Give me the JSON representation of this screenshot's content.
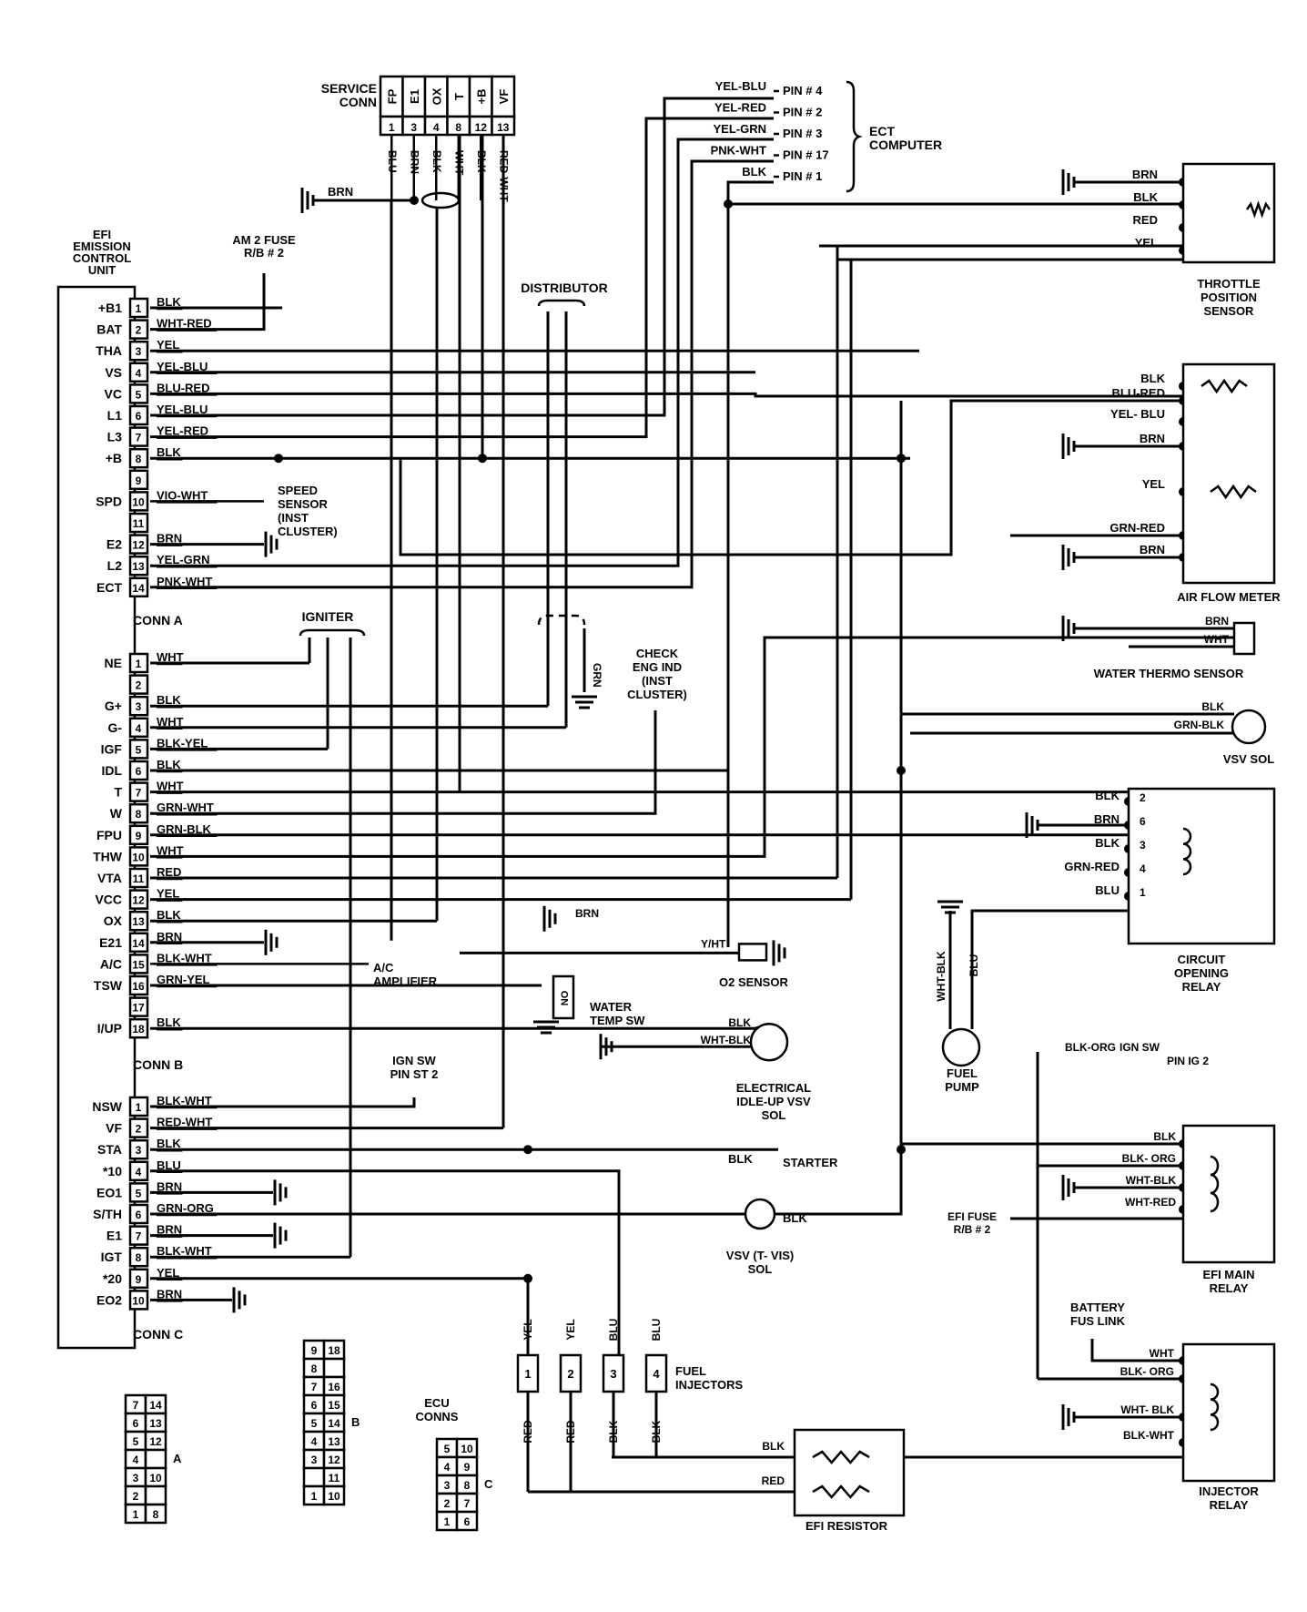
{
  "ecu": {
    "title": [
      "EFI",
      "EMISSION",
      "CONTROL",
      "UNIT"
    ],
    "conn_a_label": "CONN A",
    "conn_b_label": "CONN B",
    "conn_c_label": "CONN C",
    "conn_a": [
      {
        "name": "+B1",
        "pin": "1",
        "wire": "BLK"
      },
      {
        "name": "BAT",
        "pin": "2",
        "wire": "WHT-RED"
      },
      {
        "name": "THA",
        "pin": "3",
        "wire": "YEL"
      },
      {
        "name": "VS",
        "pin": "4",
        "wire": "YEL-BLU"
      },
      {
        "name": "VC",
        "pin": "5",
        "wire": "BLU-RED"
      },
      {
        "name": "L1",
        "pin": "6",
        "wire": "YEL-BLU"
      },
      {
        "name": "L3",
        "pin": "7",
        "wire": "YEL-RED"
      },
      {
        "name": "+B",
        "pin": "8",
        "wire": "BLK"
      },
      {
        "name": "",
        "pin": "9",
        "wire": ""
      },
      {
        "name": "SPD",
        "pin": "10",
        "wire": "VIO-WHT"
      },
      {
        "name": "",
        "pin": "11",
        "wire": ""
      },
      {
        "name": "E2",
        "pin": "12",
        "wire": "BRN"
      },
      {
        "name": "L2",
        "pin": "13",
        "wire": "YEL-GRN"
      },
      {
        "name": "ECT",
        "pin": "14",
        "wire": "PNK-WHT"
      }
    ],
    "conn_b": [
      {
        "name": "NE",
        "pin": "1",
        "wire": "WHT"
      },
      {
        "name": "",
        "pin": "2",
        "wire": ""
      },
      {
        "name": "G+",
        "pin": "3",
        "wire": "BLK"
      },
      {
        "name": "G-",
        "pin": "4",
        "wire": "WHT"
      },
      {
        "name": "IGF",
        "pin": "5",
        "wire": "BLK-YEL"
      },
      {
        "name": "IDL",
        "pin": "6",
        "wire": "BLK"
      },
      {
        "name": "T",
        "pin": "7",
        "wire": "WHT"
      },
      {
        "name": "W",
        "pin": "8",
        "wire": "GRN-WHT"
      },
      {
        "name": "FPU",
        "pin": "9",
        "wire": "GRN-BLK"
      },
      {
        "name": "THW",
        "pin": "10",
        "wire": "WHT"
      },
      {
        "name": "VTA",
        "pin": "11",
        "wire": "RED"
      },
      {
        "name": "VCC",
        "pin": "12",
        "wire": "YEL"
      },
      {
        "name": "OX",
        "pin": "13",
        "wire": "BLK"
      },
      {
        "name": "E21",
        "pin": "14",
        "wire": "BRN"
      },
      {
        "name": "A/C",
        "pin": "15",
        "wire": "BLK-WHT"
      },
      {
        "name": "TSW",
        "pin": "16",
        "wire": "GRN-YEL"
      },
      {
        "name": "",
        "pin": "17",
        "wire": ""
      },
      {
        "name": "I/UP",
        "pin": "18",
        "wire": "BLK"
      }
    ],
    "conn_c": [
      {
        "name": "NSW",
        "pin": "1",
        "wire": "BLK-WHT"
      },
      {
        "name": "VF",
        "pin": "2",
        "wire": "RED-WHT"
      },
      {
        "name": "STA",
        "pin": "3",
        "wire": "BLK"
      },
      {
        "name": "*10",
        "pin": "4",
        "wire": "BLU"
      },
      {
        "name": "EO1",
        "pin": "5",
        "wire": "BRN"
      },
      {
        "name": "S/TH",
        "pin": "6",
        "wire": "GRN-ORG"
      },
      {
        "name": "E1",
        "pin": "7",
        "wire": "BRN"
      },
      {
        "name": "IGT",
        "pin": "8",
        "wire": "BLK-WHT"
      },
      {
        "name": "*20",
        "pin": "9",
        "wire": "YEL"
      },
      {
        "name": "EO2",
        "pin": "10",
        "wire": "BRN"
      }
    ]
  },
  "service_conn": {
    "label": [
      "SERVICE",
      "CONN"
    ],
    "cols": [
      {
        "name": "FP",
        "pin": "1",
        "wire": "BLU"
      },
      {
        "name": "E1",
        "pin": "3",
        "wire": "BRN"
      },
      {
        "name": "OX",
        "pin": "4",
        "wire": "BLK"
      },
      {
        "name": "T",
        "pin": "8",
        "wire": "WHT"
      },
      {
        "name": "+B",
        "pin": "12",
        "wire": "BLK"
      },
      {
        "name": "VF",
        "pin": "13",
        "wire": "RED-WHT"
      }
    ],
    "ground_wire": "BRN"
  },
  "ect_computer": {
    "label": [
      "ECT",
      "COMPUTER"
    ],
    "pins": [
      {
        "wire": "YEL-BLU",
        "pin": "PIN # 4"
      },
      {
        "wire": "YEL-RED",
        "pin": "PIN # 2"
      },
      {
        "wire": "YEL-GRN",
        "pin": "PIN # 3"
      },
      {
        "wire": "PNK-WHT",
        "pin": "PIN # 17"
      },
      {
        "wire": "BLK",
        "pin": "PIN # 1"
      }
    ]
  },
  "labels": {
    "am2_fuse": [
      "AM 2 FUSE",
      "R/B # 2"
    ],
    "distributor": "DISTRIBUTOR",
    "speed_sensor": [
      "SPEED",
      "SENSOR",
      "(INST",
      "CLUSTER)"
    ],
    "igniter": "IGNITER",
    "check_eng": [
      "CHECK",
      "ENG IND",
      "(INST",
      "CLUSTER)"
    ],
    "dist_gnd_wire": "GRN",
    "ac_amp": [
      "A/C",
      "AMPLIFIER"
    ],
    "water_temp_sw": [
      "WATER",
      "TEMP SW"
    ],
    "water_temp_sw_no": "NO",
    "o2_sensor": "O2 SENSOR",
    "o2_wires": [
      "BRN",
      "Y/HT"
    ],
    "elec_idle": [
      "ELECTRICAL",
      "IDLE-UP VSV",
      "SOL"
    ],
    "elec_idle_wires": [
      "BLK",
      "WHT-BLK"
    ],
    "ign_sw_st2": [
      "IGN SW",
      "PIN ST 2"
    ],
    "starter": "STARTER",
    "starter_wire": "BLK",
    "vsv_tvis": [
      "VSV (T- VIS)",
      "SOL"
    ],
    "vsv_tvis_wire": "BLK",
    "fuel_pump": [
      "FUEL",
      "PUMP"
    ],
    "fuel_pump_wires": [
      "WHT-BLK",
      "BLU"
    ],
    "fuel_injectors": [
      "FUEL",
      "INJECTORS"
    ],
    "injectors": [
      {
        "num": "1",
        "top": "YEL",
        "bottom": "RED"
      },
      {
        "num": "2",
        "top": "YEL",
        "bottom": "RED"
      },
      {
        "num": "3",
        "top": "BLU",
        "bottom": "BLK"
      },
      {
        "num": "4",
        "top": "BLU",
        "bottom": "BLK"
      }
    ],
    "efi_resistor": "EFI RESISTOR",
    "efi_resistor_wires": [
      "BLK",
      "RED"
    ]
  },
  "throttle_sensor": {
    "label": [
      "THROTTLE",
      "POSITION",
      "SENSOR"
    ],
    "wires": [
      "BRN",
      "BLK",
      "RED",
      "YEL"
    ]
  },
  "air_flow_meter": {
    "label": "AIR FLOW METER",
    "wires": [
      "BLK",
      "BLU-RED",
      "YEL- BLU",
      "BRN",
      "YEL",
      "GRN-RED",
      "BRN"
    ]
  },
  "water_thermo": {
    "label": "WATER THERMO SENSOR",
    "wires": [
      "BRN",
      "WHT"
    ]
  },
  "vsv_sol": {
    "label": "VSV SOL",
    "wires": [
      "BLK",
      "GRN-BLK"
    ]
  },
  "circuit_opening": {
    "label": [
      "CIRCUIT",
      "OPENING",
      "RELAY"
    ],
    "wires": [
      {
        "wire": "BLK",
        "pin": "2"
      },
      {
        "wire": "BRN",
        "pin": "6"
      },
      {
        "wire": "BLK",
        "pin": "3"
      },
      {
        "wire": "GRN-RED",
        "pin": "4"
      },
      {
        "wire": "BLU",
        "pin": "1"
      }
    ]
  },
  "efi_main_relay": {
    "label": [
      "EFI MAIN",
      "RELAY"
    ],
    "wires": [
      "BLK",
      "BLK- ORG",
      "WHT-BLK",
      "WHT-RED"
    ],
    "ign_sw": [
      "BLK-ORG",
      "IGN SW",
      "PIN IG 2"
    ],
    "fuse": [
      "EFI FUSE",
      "R/B # 2"
    ]
  },
  "injector_relay": {
    "label": [
      "INJECTOR",
      "RELAY"
    ],
    "battery": [
      "BATTERY",
      "FUS LINK"
    ],
    "wires": [
      "WHT",
      "BLK- ORG",
      "WHT- BLK",
      "BLK-WHT"
    ]
  },
  "ecu_conns": {
    "label": [
      "ECU",
      "CONNS"
    ],
    "a": {
      "letter": "A",
      "rows": [
        [
          "7",
          "14"
        ],
        [
          "6",
          "13"
        ],
        [
          "5",
          "12"
        ],
        [
          "4",
          ""
        ],
        [
          "3",
          "10"
        ],
        [
          "2",
          ""
        ],
        [
          "1",
          "8"
        ]
      ]
    },
    "b": {
      "letter": "B",
      "rows": [
        [
          "9",
          "18"
        ],
        [
          "8",
          ""
        ],
        [
          "7",
          "16"
        ],
        [
          "6",
          "15"
        ],
        [
          "5",
          "14"
        ],
        [
          "4",
          "13"
        ],
        [
          "3",
          "12"
        ],
        [
          "",
          "11"
        ],
        [
          "1",
          "10"
        ]
      ]
    },
    "c": {
      "letter": "C",
      "rows": [
        [
          "5",
          "10"
        ],
        [
          "4",
          "9"
        ],
        [
          "3",
          "8"
        ],
        [
          "2",
          "7"
        ],
        [
          "1",
          "6"
        ]
      ]
    }
  }
}
